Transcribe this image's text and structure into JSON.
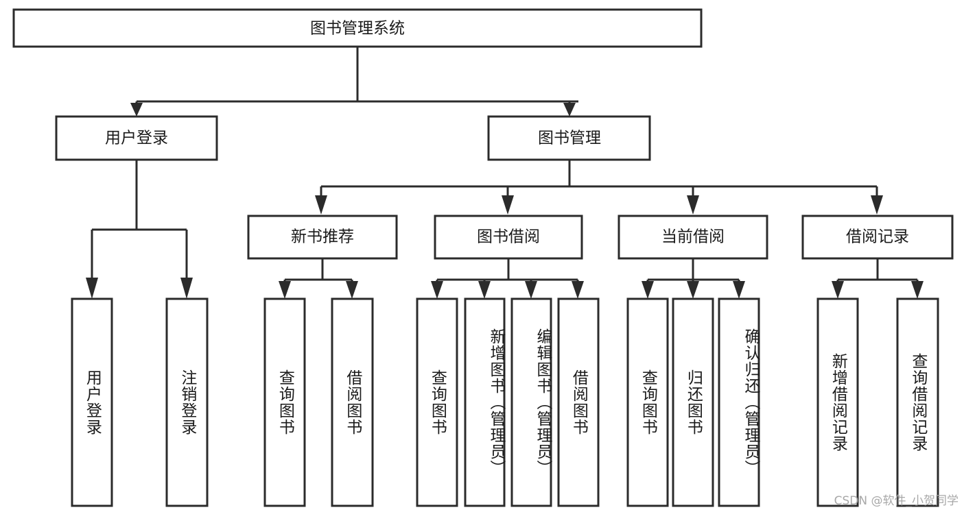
{
  "diagram": {
    "title": "图书管理系统",
    "type": "tree-hierarchy",
    "root": {
      "id": "root",
      "label": "图书管理系统"
    },
    "level2": [
      {
        "id": "user-login",
        "label": "用户登录"
      },
      {
        "id": "book-manage",
        "label": "图书管理"
      }
    ],
    "level3": [
      {
        "id": "new-book-recommend",
        "label": "新书推荐",
        "parent": "book-manage"
      },
      {
        "id": "book-borrow",
        "label": "图书借阅",
        "parent": "book-manage"
      },
      {
        "id": "current-borrow",
        "label": "当前借阅",
        "parent": "book-manage"
      },
      {
        "id": "borrow-record",
        "label": "借阅记录",
        "parent": "book-manage"
      }
    ],
    "leaves": {
      "user-login": [
        {
          "id": "leaf-user-login",
          "label": "用户登录"
        },
        {
          "id": "leaf-logout-login",
          "label": "注销登录"
        }
      ],
      "new-book-recommend": [
        {
          "id": "leaf-query-book-1",
          "label": "查询图书"
        },
        {
          "id": "leaf-borrow-book-1",
          "label": "借阅图书"
        }
      ],
      "book-borrow": [
        {
          "id": "leaf-query-book-2",
          "label": "查询图书"
        },
        {
          "id": "leaf-add-book",
          "label": "新增图书（管理员）"
        },
        {
          "id": "leaf-edit-book",
          "label": "编辑图书（管理员）"
        },
        {
          "id": "leaf-borrow-book-2",
          "label": "借阅图书"
        }
      ],
      "current-borrow": [
        {
          "id": "leaf-query-book-3",
          "label": "查询图书"
        },
        {
          "id": "leaf-return-book",
          "label": "归还图书"
        },
        {
          "id": "leaf-confirm-return",
          "label": "确认归还（管理员）"
        }
      ],
      "borrow-record": [
        {
          "id": "leaf-add-record",
          "label": "新增借阅记录"
        },
        {
          "id": "leaf-query-record",
          "label": "查询借阅记录"
        }
      ]
    }
  },
  "watermark": {
    "text": "CSDN @软件_小贺同学"
  },
  "colors": {
    "stroke": "#2b2b2b",
    "fill": "#ffffff",
    "text": "#1a1a1a",
    "watermark": "#a8a8a8",
    "background": "#ffffff"
  }
}
